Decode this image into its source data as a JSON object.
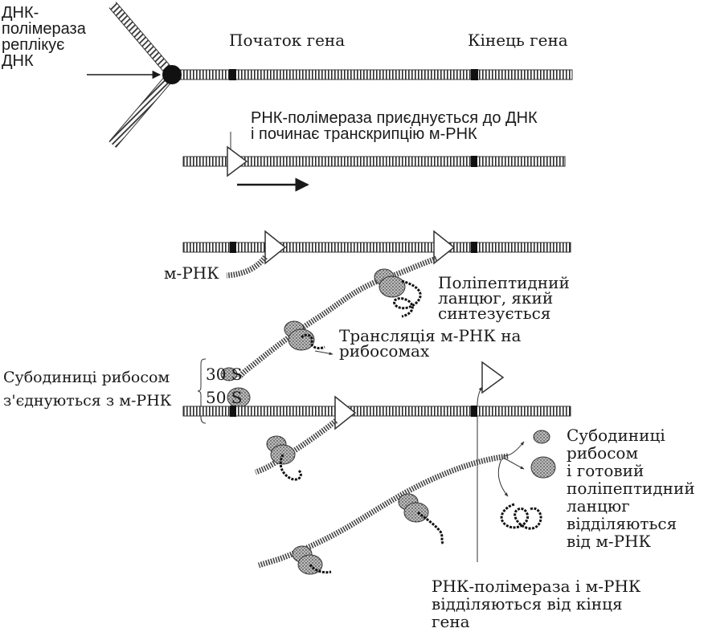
{
  "labels": {
    "dna_polymerase": [
      "ДНК-",
      "полімераза",
      "реплікує",
      "ДНК"
    ],
    "gene_start": "Початок гена",
    "gene_end": "Кінець гена",
    "rna_pol_attach": [
      "РНК-полімераза приєднується до ДНК",
      "і починає транскрипцію м-РНК"
    ],
    "mrna": "м-РНК",
    "polypeptide": [
      "Поліпептидний",
      "ланцюг, який",
      "синтезується"
    ],
    "translation": [
      "Трансляція м-РНК на",
      "рибосомах"
    ],
    "subunits_join": [
      "Субодиниці рибосом",
      "з'єднуються з м-РНК"
    ],
    "s30": "30 S",
    "s50": "50 S",
    "release": [
      "Субодиниці",
      "рибосом",
      "і готовий",
      "поліпептидний",
      "ланцюг",
      "відділяються",
      "від м-РНК"
    ],
    "rna_pol_release": [
      "РНК-полімераза і м-РНК",
      "відділяються від кінця",
      "гена"
    ]
  }
}
